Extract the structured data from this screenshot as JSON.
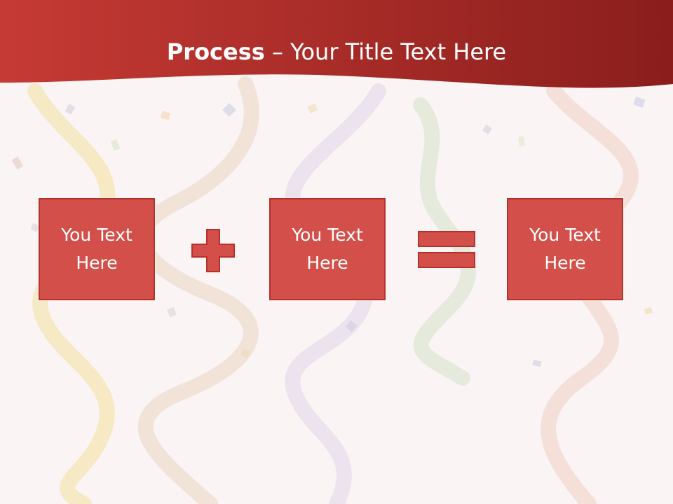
{
  "slide": {
    "title_bold": "Process",
    "title_rest": " – Your Title Text Here",
    "boxes": [
      {
        "text": "You Text Here"
      },
      {
        "text": "You Text Here"
      },
      {
        "text": "You Text Here"
      }
    ],
    "operators": [
      "plus-icon",
      "equals-icon"
    ]
  },
  "colors": {
    "header": "#b0302c",
    "box_fill": "#d3504a",
    "box_border": "#b8302c",
    "background": "#faf4f4"
  }
}
